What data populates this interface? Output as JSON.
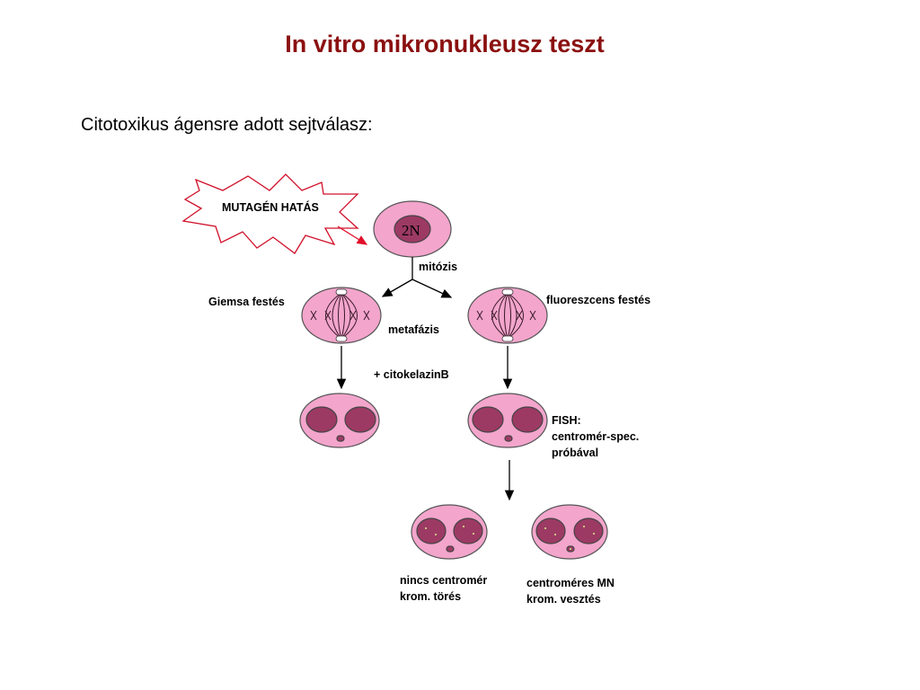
{
  "title": "In vitro mikronukleusz teszt",
  "subtitle": "Citotoxikus ágensre adott sejtválasz:",
  "diagram": {
    "burst_label": "MUTAGÉN HATÁS",
    "cell_label": "2N",
    "mitosis_label": "mitózis",
    "left_stain_label": "Giemsa festés",
    "right_stain_label": "fluoreszcens festés",
    "metaphase_label": "metafázis",
    "cytochalasin_label": "+ citokelazinB",
    "fish_lines": [
      "FISH:",
      "centromér-spec.",
      "próbával"
    ],
    "no_centromere_lines": [
      "nincs centromér",
      "krom. törés"
    ],
    "centromere_mn_lines": [
      "centroméres MN",
      "krom. vesztés"
    ]
  },
  "colors": {
    "title": "#8b1010",
    "cell_fill": "#f3a5cc",
    "nucleus_fill": "#9c3a64",
    "burst_arrow": "#e0102a"
  }
}
